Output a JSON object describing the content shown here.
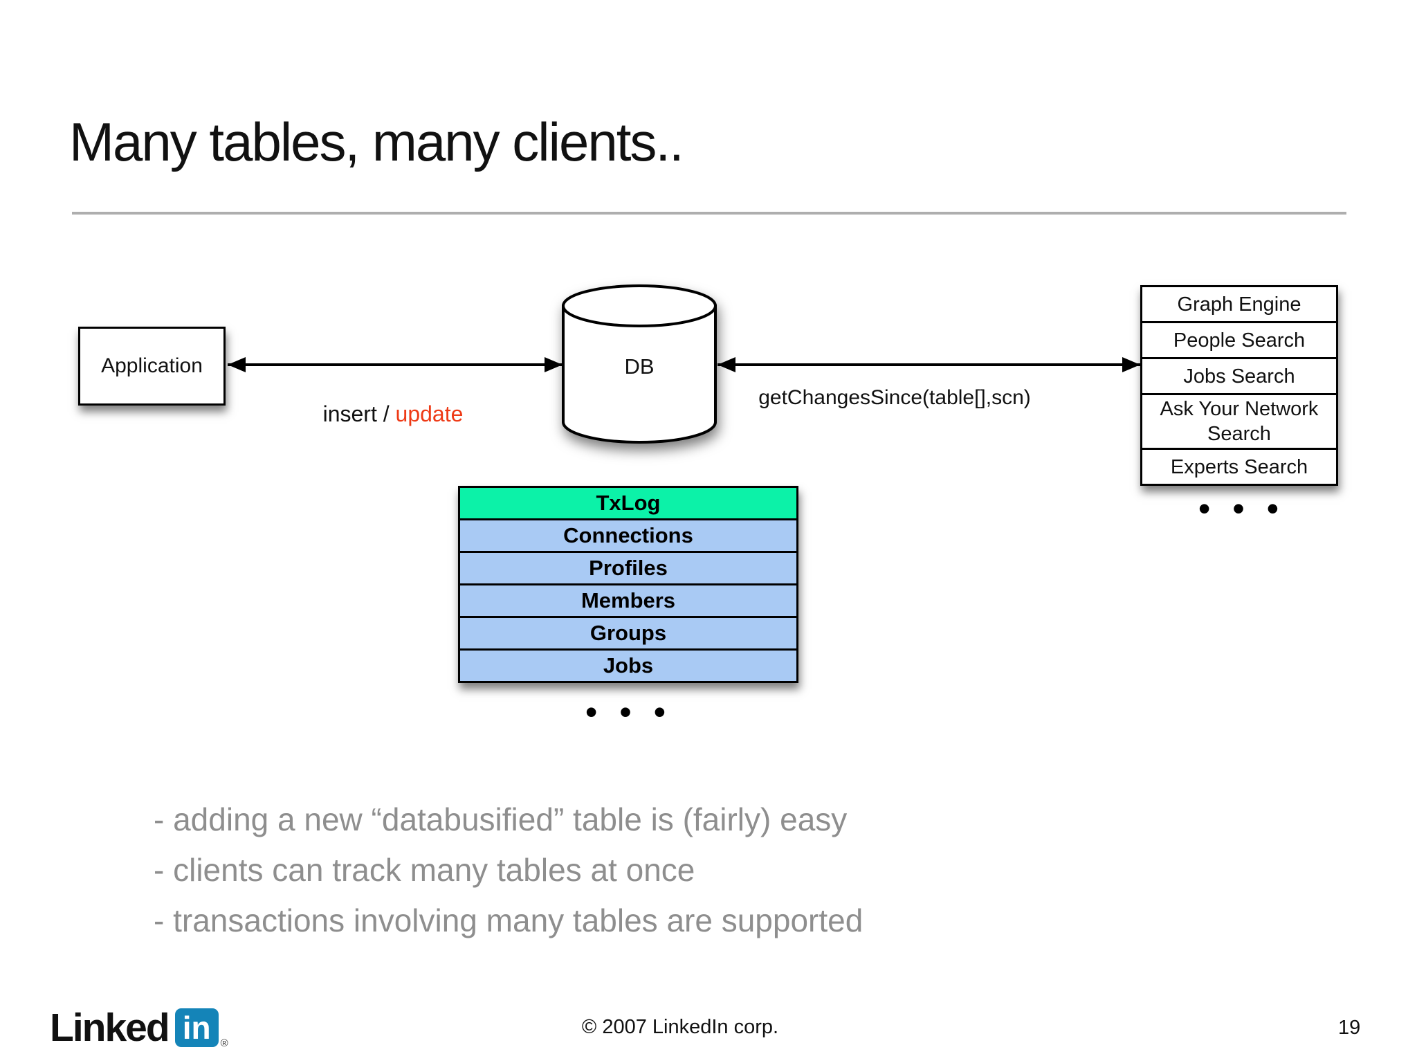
{
  "slide": {
    "title": "Many tables, many clients..",
    "copyright": "© 2007 LinkedIn corp.",
    "page_number": "19"
  },
  "logo": {
    "linked_text": "Linked",
    "in_text": "in",
    "registered_mark": "®"
  },
  "diagram": {
    "application_label": "Application",
    "db_label": "DB",
    "insert_label_prefix": "insert / ",
    "insert_label_red": "update",
    "get_changes_label": "getChangesSince(table[],scn)",
    "tables": [
      "TxLog",
      "Connections",
      "Profiles",
      "Members",
      "Groups",
      "Jobs"
    ],
    "clients": [
      "Graph Engine",
      "People Search",
      "Jobs Search",
      "Ask Your Network Search",
      "Experts Search"
    ],
    "tables_ellipsis": "• • •",
    "clients_ellipsis": "• • •",
    "colors": {
      "txlog_green": "#0cf2a8",
      "table_blue": "#a9caf4",
      "update_red": "#ee3a16",
      "linkedin_blue": "#1484b8"
    }
  },
  "bullets": [
    "- adding a new “databusified” table is (fairly) easy",
    "- clients can track many tables at once",
    "- transactions involving many tables are supported"
  ]
}
